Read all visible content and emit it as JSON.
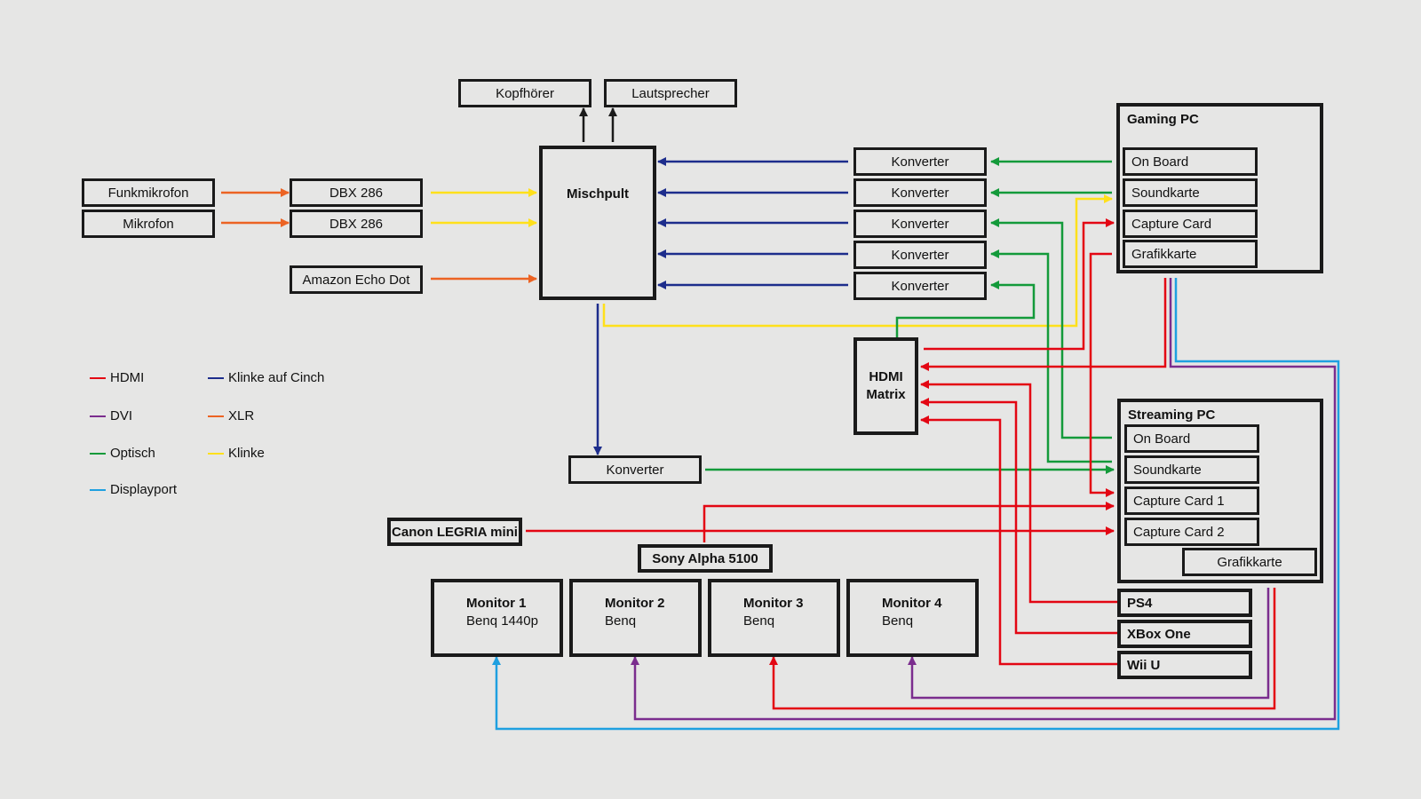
{
  "nodes": {
    "kopfhoerer": "Kopfhörer",
    "lautsprecher": "Lautsprecher",
    "funkmikrofon": "Funkmikrofon",
    "mikrofon": "Mikrofon",
    "dbx1": "DBX 286",
    "dbx2": "DBX 286",
    "echo": "Amazon Echo Dot",
    "mischpult": "Mischpult",
    "konverter1": "Konverter",
    "konverter2": "Konverter",
    "konverter3": "Konverter",
    "konverter4": "Konverter",
    "konverter5": "Konverter",
    "konverter6": "Konverter",
    "hdmi_matrix_line1": "HDMI",
    "hdmi_matrix_line2": "Matrix",
    "canon": "Canon LEGRIA mini",
    "sony": "Sony Alpha 5100",
    "ps4": "PS4",
    "xbox": "XBox One",
    "wiiu": "Wii U"
  },
  "gaming_pc": {
    "title": "Gaming PC",
    "on_board": "On Board",
    "soundkarte": "Soundkarte",
    "capture_card": "Capture Card",
    "grafikkarte": "Grafikkarte"
  },
  "streaming_pc": {
    "title": "Streaming PC",
    "on_board": "On Board",
    "soundkarte": "Soundkarte",
    "capture_card_1": "Capture Card 1",
    "capture_card_2": "Capture Card 2",
    "grafikkarte": "Grafikkarte"
  },
  "monitors": [
    {
      "title": "Monitor 1",
      "sub": "Benq 1440p"
    },
    {
      "title": "Monitor 2",
      "sub": "Benq"
    },
    {
      "title": "Monitor 3",
      "sub": "Benq"
    },
    {
      "title": "Monitor 4",
      "sub": "Benq"
    }
  ],
  "legend": [
    {
      "label": "HDMI",
      "color": "#e30613"
    },
    {
      "label": "Klinke auf Cinch",
      "color": "#1d2d8c"
    },
    {
      "label": "DVI",
      "color": "#7b2d8e"
    },
    {
      "label": "XLR",
      "color": "#ec6323"
    },
    {
      "label": "Optisch",
      "color": "#139a3a"
    },
    {
      "label": "Klinke",
      "color": "#ffe01b"
    },
    {
      "label": "Displayport",
      "color": "#1ea0e0"
    }
  ]
}
